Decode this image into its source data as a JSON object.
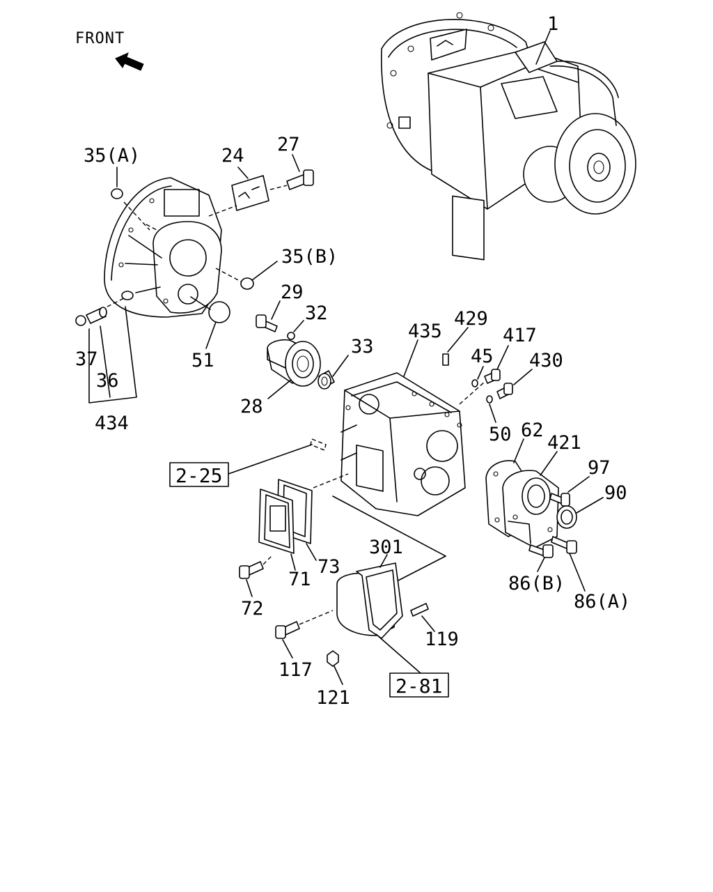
{
  "header": {
    "direction_label": "FRONT"
  },
  "callouts": {
    "c1": "1",
    "c24": "24",
    "c27": "27",
    "c35a": "35(A)",
    "c35b": "35(B)",
    "c29": "29",
    "c32": "32",
    "c33": "33",
    "c435": "435",
    "c429": "429",
    "c417": "417",
    "c45": "45",
    "c430": "430",
    "c37": "37",
    "c36": "36",
    "c51": "51",
    "c28": "28",
    "c434": "434",
    "c50": "50",
    "c62": "62",
    "c421": "421",
    "c97": "97",
    "c90": "90",
    "c301": "301",
    "c73": "73",
    "c71": "71",
    "c72": "72",
    "c86b": "86(B)",
    "c86a": "86(A)",
    "c119": "119",
    "c117": "117",
    "c121": "121"
  },
  "references": {
    "ref_2_25": "2-25",
    "ref_2_81": "2-81"
  },
  "icons": {
    "direction_arrow": "front-arrow-icon"
  }
}
